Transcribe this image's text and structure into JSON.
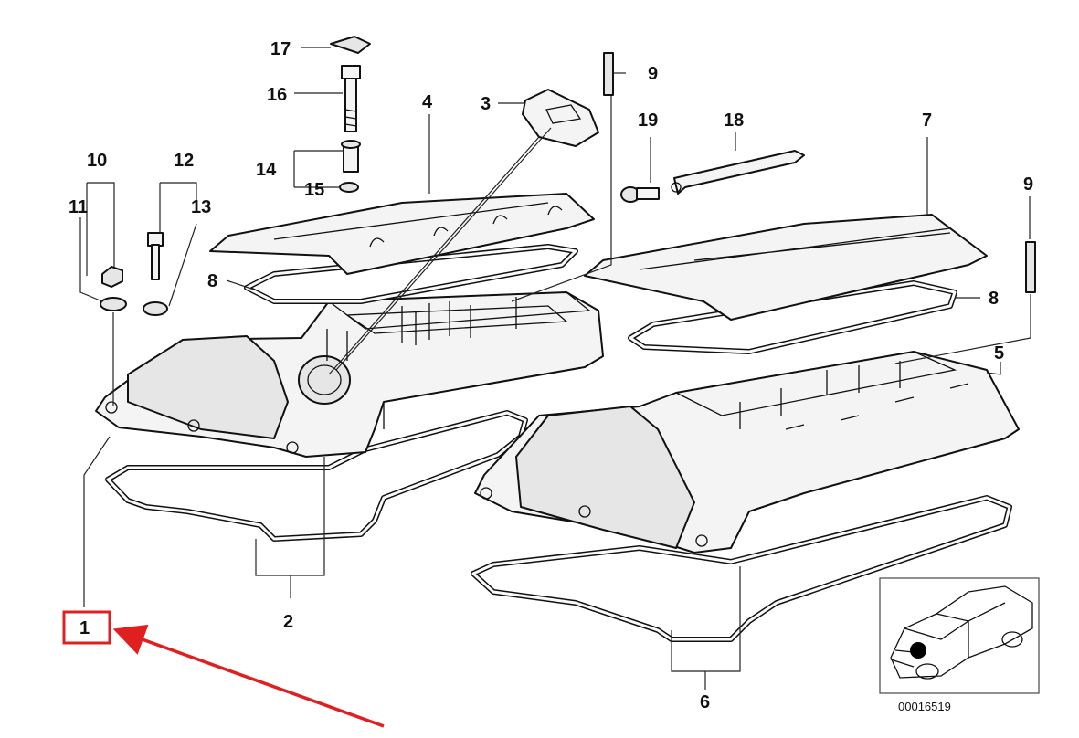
{
  "callouts": {
    "p1": "1",
    "p2": "2",
    "p3": "3",
    "p4": "4",
    "p5": "5",
    "p6": "6",
    "p7": "7",
    "p8a": "8",
    "p8b": "8",
    "p9a": "9",
    "p9b": "9",
    "p10": "10",
    "p11": "11",
    "p12": "12",
    "p13": "13",
    "p14": "14",
    "p15": "15",
    "p16": "16",
    "p17": "17",
    "p18": "18",
    "p19": "19"
  },
  "inset": {
    "diagram_number": "00016519"
  },
  "highlight": {
    "box_color": "#e02020",
    "arrow_color": "#e02020",
    "target": "1"
  }
}
